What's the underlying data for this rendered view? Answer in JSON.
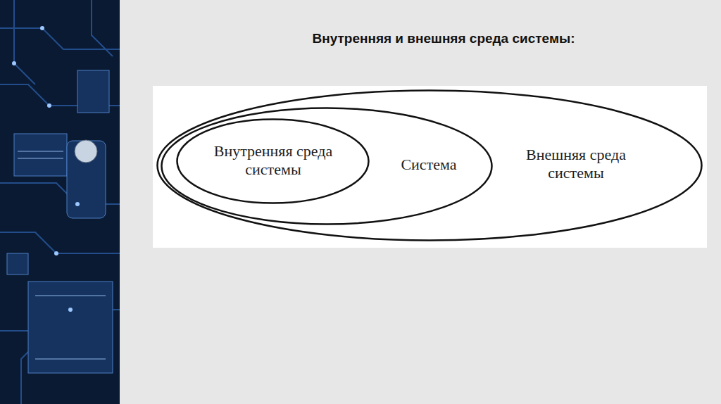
{
  "diagram": {
    "title": "Внутренняя и внешняя среда системы:",
    "nodes": [
      {
        "text": [
          "Внешняя среда системы"
        ]
      },
      {
        "text": [
          "Система"
        ],
        "in": 0
      },
      {
        "text": [
          "Внутренняя среда системы"
        ],
        "in": 1
      }
    ]
  }
}
